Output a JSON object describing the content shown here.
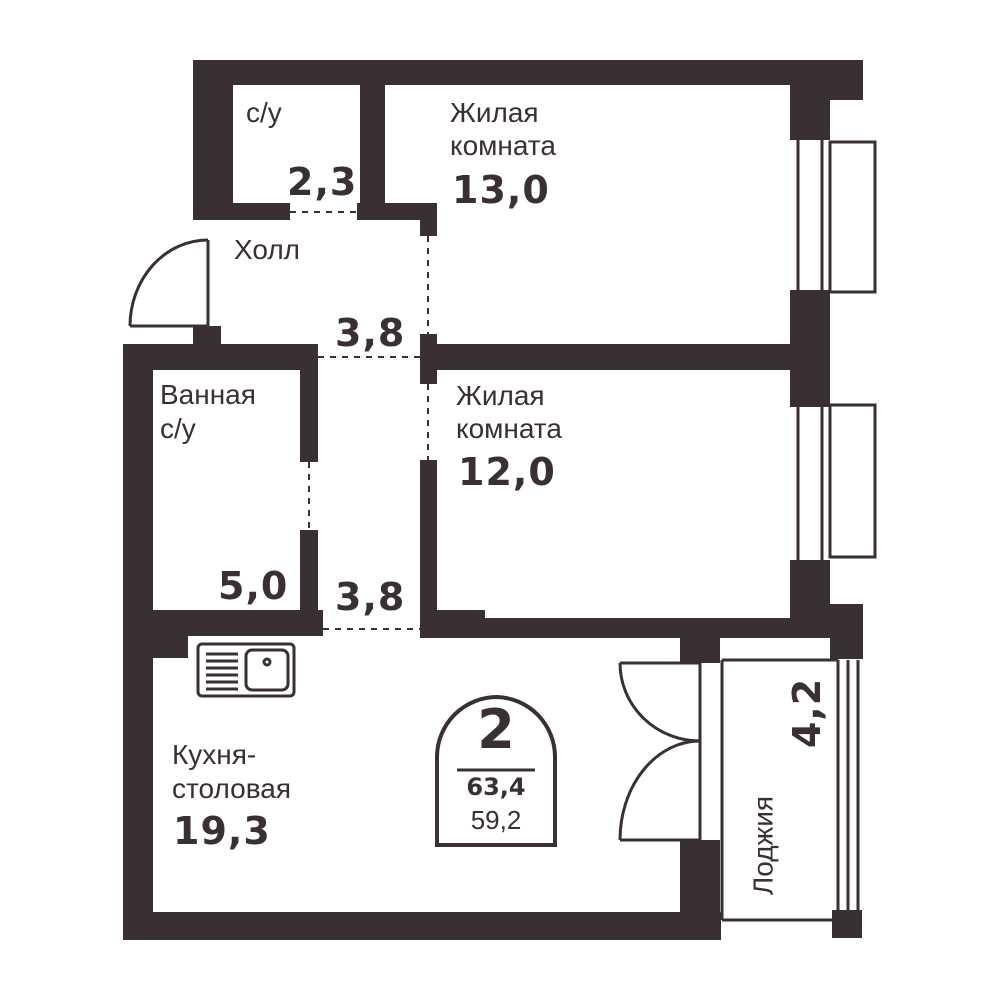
{
  "colors": {
    "wall": "#3a2f33",
    "background": "#ffffff"
  },
  "rooms": {
    "wc": {
      "label": "с/у",
      "area": "2,3"
    },
    "living1": {
      "label_line1": "Жилая",
      "label_line2": "комната",
      "area": "13,0"
    },
    "hall": {
      "label": "Холл",
      "area": "3,8"
    },
    "bath": {
      "label_line1": "Ванная",
      "label_line2": "с/у",
      "area": "5,0"
    },
    "corridor": {
      "area": "3,8"
    },
    "living2": {
      "label_line1": "Жилая",
      "label_line2": "комната",
      "area": "12,0"
    },
    "kitchen": {
      "label_line1": "Кухня-",
      "label_line2": "столовая",
      "area": "19,3"
    },
    "loggia": {
      "label": "Лоджия",
      "area": "4,2"
    }
  },
  "badge": {
    "rooms": "2",
    "total_area": "63,4",
    "living_area": "59,2"
  },
  "icons": [
    "door-swing-icon",
    "sink-icon",
    "wardrobe-door-icon",
    "window-icon"
  ]
}
